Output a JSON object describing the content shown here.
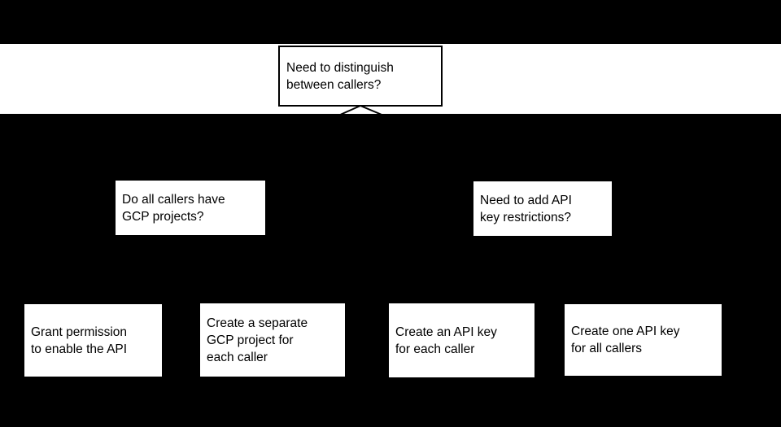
{
  "colors": {
    "background": "#000000",
    "band": "#ffffff",
    "box_fill": "#ffffff",
    "box_border": "#000000",
    "connector_line": "#000000",
    "text": "#000000"
  },
  "flowchart": {
    "nodes": {
      "root": {
        "label": "Need to distinguish\nbetween callers?"
      },
      "left_question": {
        "label": "Do all callers have\nGCP projects?"
      },
      "right_question": {
        "label": "Need to add API\nkey restrictions?"
      },
      "outcome_grant_permission": {
        "label": "Grant permission\nto enable the API"
      },
      "outcome_separate_project": {
        "label": "Create a separate\nGCP project for\neach caller"
      },
      "outcome_key_per_caller": {
        "label": "Create an API key\nfor each caller"
      },
      "outcome_key_all_callers": {
        "label": "Create one API key\nfor all callers"
      }
    }
  }
}
